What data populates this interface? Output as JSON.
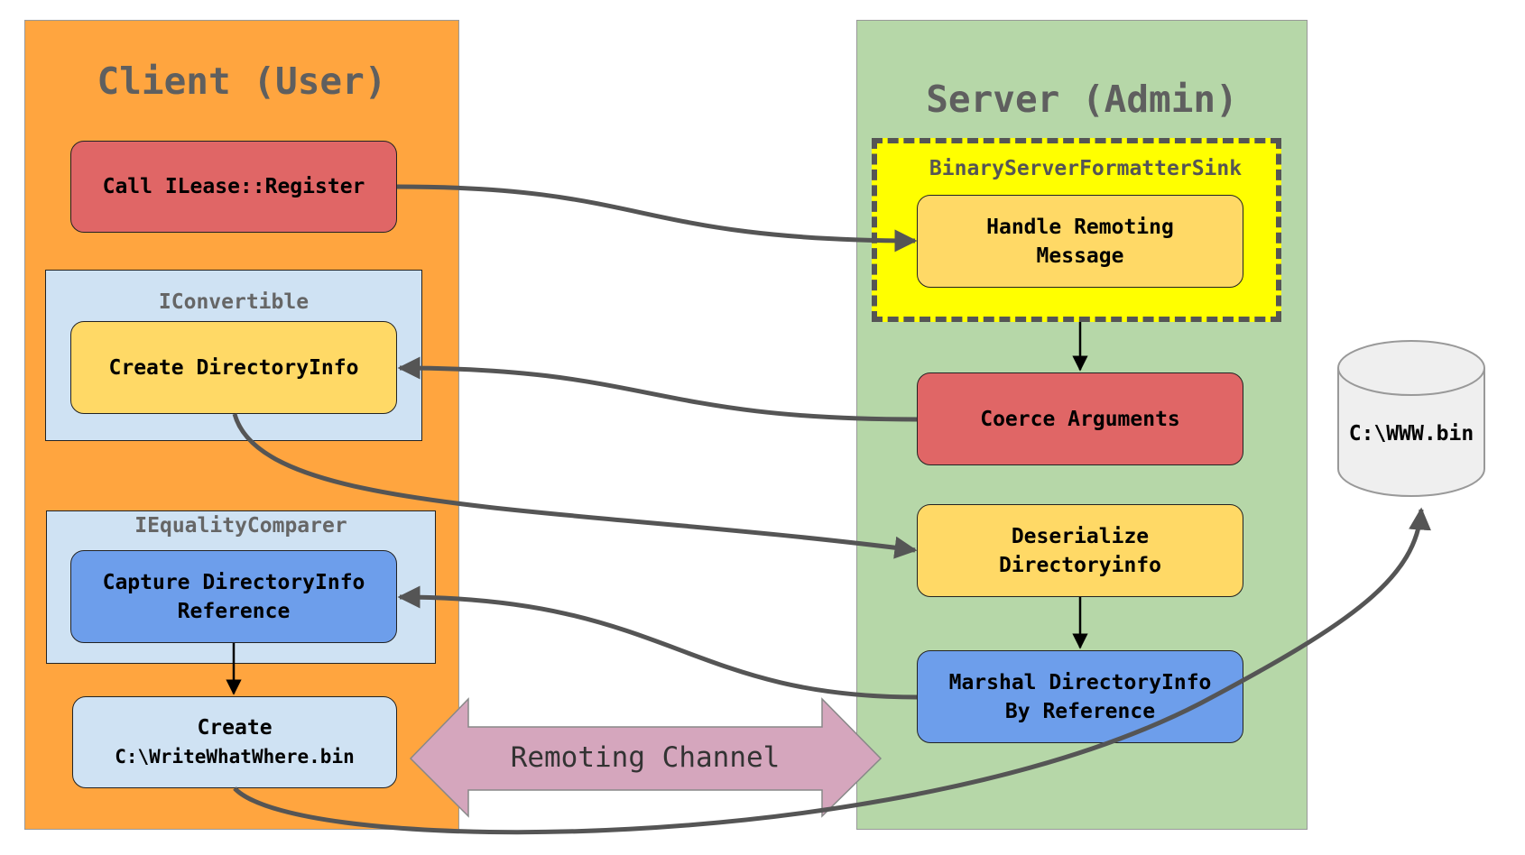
{
  "client": {
    "title": "Client (User)",
    "register": "Call ILease::Register",
    "iconvertible": {
      "title": "IConvertible",
      "create": "Create DirectoryInfo"
    },
    "iequality": {
      "title": "IEqualityComparer",
      "capture": "Capture DirectoryInfo\nReference"
    },
    "create_file": {
      "line1": "Create",
      "line2": "C:\\WriteWhatWhere.bin"
    }
  },
  "server": {
    "title": "Server (Admin)",
    "sink_title": "BinaryServerFormatterSink",
    "handle": "Handle Remoting\nMessage",
    "coerce": "Coerce Arguments",
    "deserialize": "Deserialize\nDirectoryinfo",
    "marshal": "Marshal DirectoryInfo\nBy Reference"
  },
  "storage": {
    "label": "C:\\WWW.bin"
  },
  "channel": {
    "label": "Remoting Channel"
  },
  "colors": {
    "client_bg": "#ffa53f",
    "server_bg": "#b6d7a8",
    "red": "#e06666",
    "yellow": "#ffd966",
    "blue": "#6d9eeb",
    "light_blue": "#cfe2f3",
    "sink": "#ffff00",
    "channel": "#d5a6bd",
    "arrow": "#555555"
  }
}
